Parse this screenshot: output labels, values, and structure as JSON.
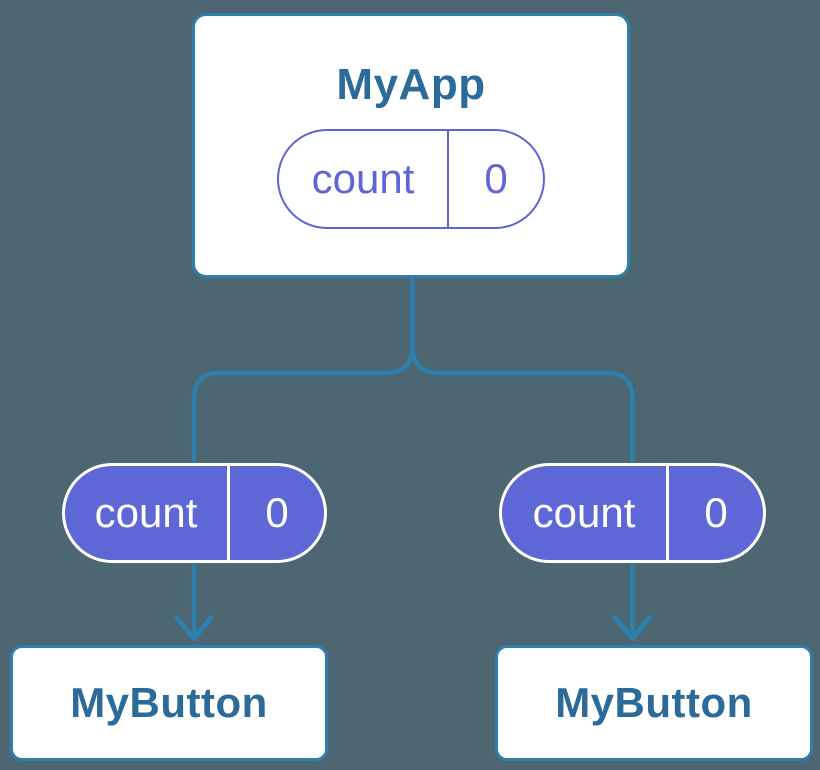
{
  "colors": {
    "background": "#4C6771",
    "connector_blue": "#2E7EAE",
    "node_text_blue": "#2C6B99",
    "state_pill_purple_fill": "#5D67D5",
    "state_pill_purple_outline": "#5F63D3",
    "card_white": "#FFFFFF"
  },
  "diagram": {
    "root": {
      "title": "MyApp",
      "state": {
        "key": "count",
        "value": "0"
      }
    },
    "children": [
      {
        "title": "MyButton",
        "state": {
          "key": "count",
          "value": "0"
        }
      },
      {
        "title": "MyButton",
        "state": {
          "key": "count",
          "value": "0"
        }
      }
    ]
  }
}
